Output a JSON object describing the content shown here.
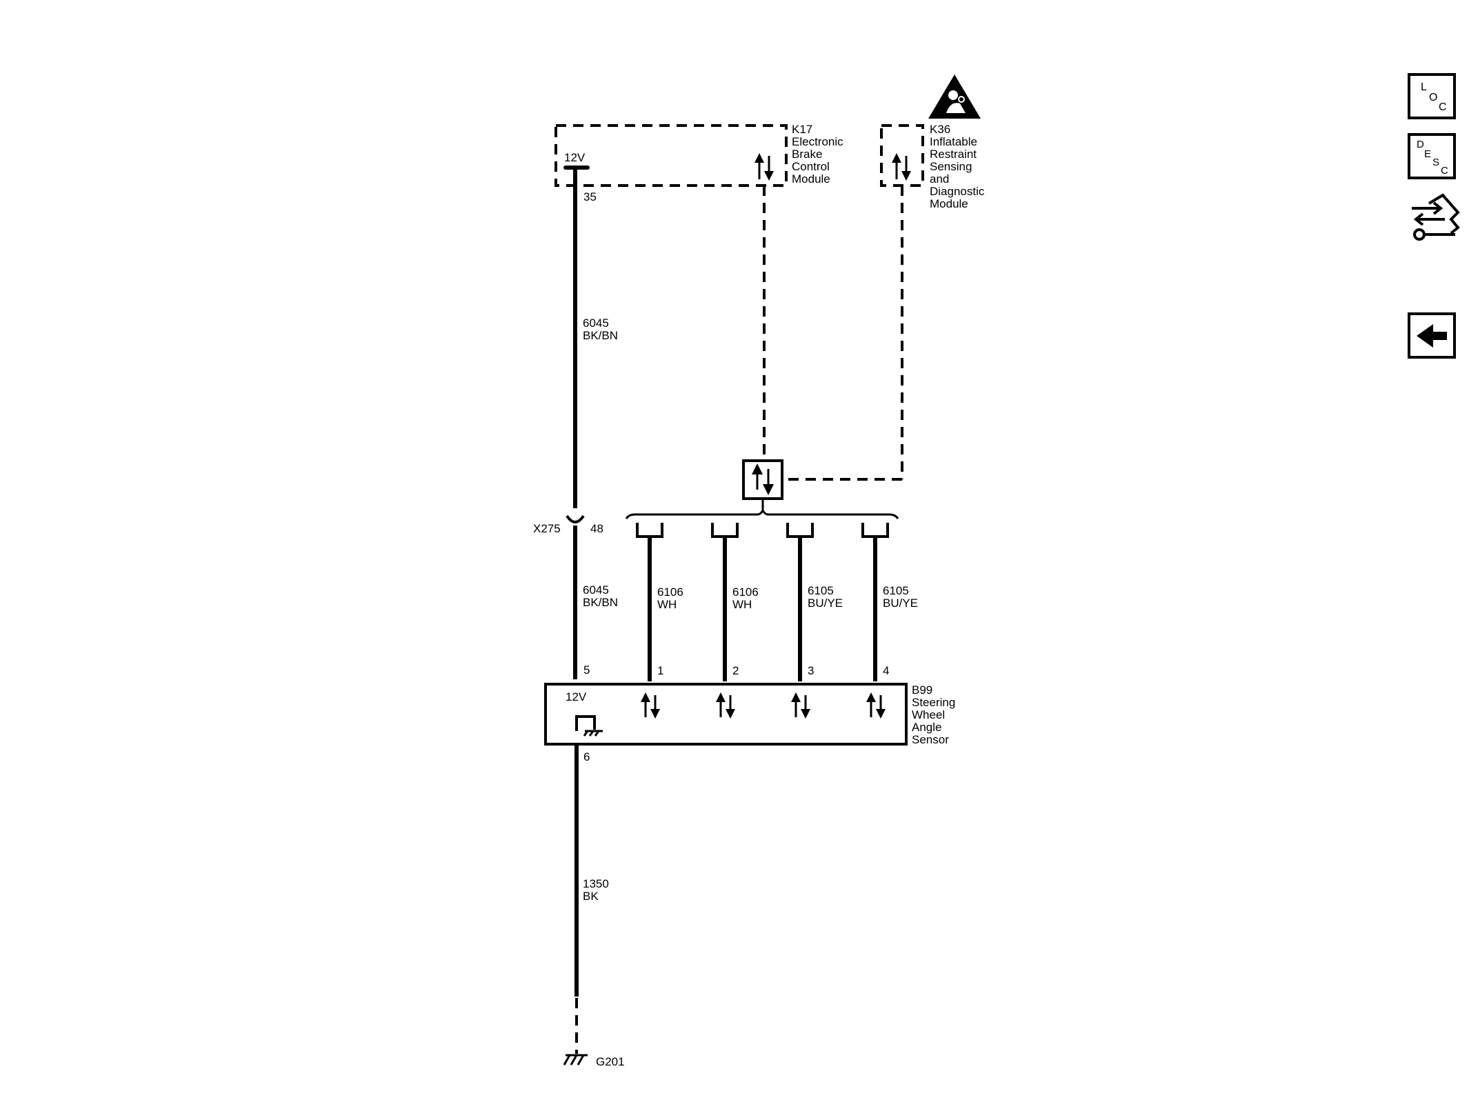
{
  "modules": {
    "k17": {
      "name_lines": [
        "K17",
        "Electronic",
        "Brake",
        "Control",
        "Module"
      ],
      "voltage": "12V",
      "pin": "35"
    },
    "k36": {
      "name_lines": [
        "K36",
        "Inflatable",
        "Restraint",
        "Sensing",
        "and",
        "Diagnostic",
        "Module"
      ]
    },
    "b99": {
      "name_lines": [
        "B99",
        "Steering",
        "Wheel",
        "Angle",
        "Sensor"
      ],
      "voltage": "12V",
      "pin_ground": "6"
    }
  },
  "wires": {
    "upper_power": {
      "circuit": "6045",
      "color": "BK/BN"
    },
    "lower_power": {
      "circuit": "6045",
      "color": "BK/BN"
    },
    "ground": {
      "circuit": "1350",
      "color": "BK"
    },
    "data": [
      {
        "pin": "1",
        "circuit": "6106",
        "color": "WH"
      },
      {
        "pin": "2",
        "circuit": "6106",
        "color": "WH"
      },
      {
        "pin": "3",
        "circuit": "6105",
        "color": "BU/YE"
      },
      {
        "pin": "4",
        "circuit": "6105",
        "color": "BU/YE"
      }
    ]
  },
  "connectors": {
    "x275": {
      "name": "X275",
      "pin": "48"
    },
    "power_pin": "5"
  },
  "ground_point": "G201",
  "side_buttons": {
    "loc": [
      "L",
      "O",
      "C"
    ],
    "desc": [
      "D",
      "E",
      "S",
      "C"
    ]
  },
  "icons": {
    "warning": "airbag-warning-icon",
    "loc": "location-view-icon",
    "desc": "description-view-icon",
    "service": "service-procedure-icon",
    "back": "back-arrow-icon"
  }
}
